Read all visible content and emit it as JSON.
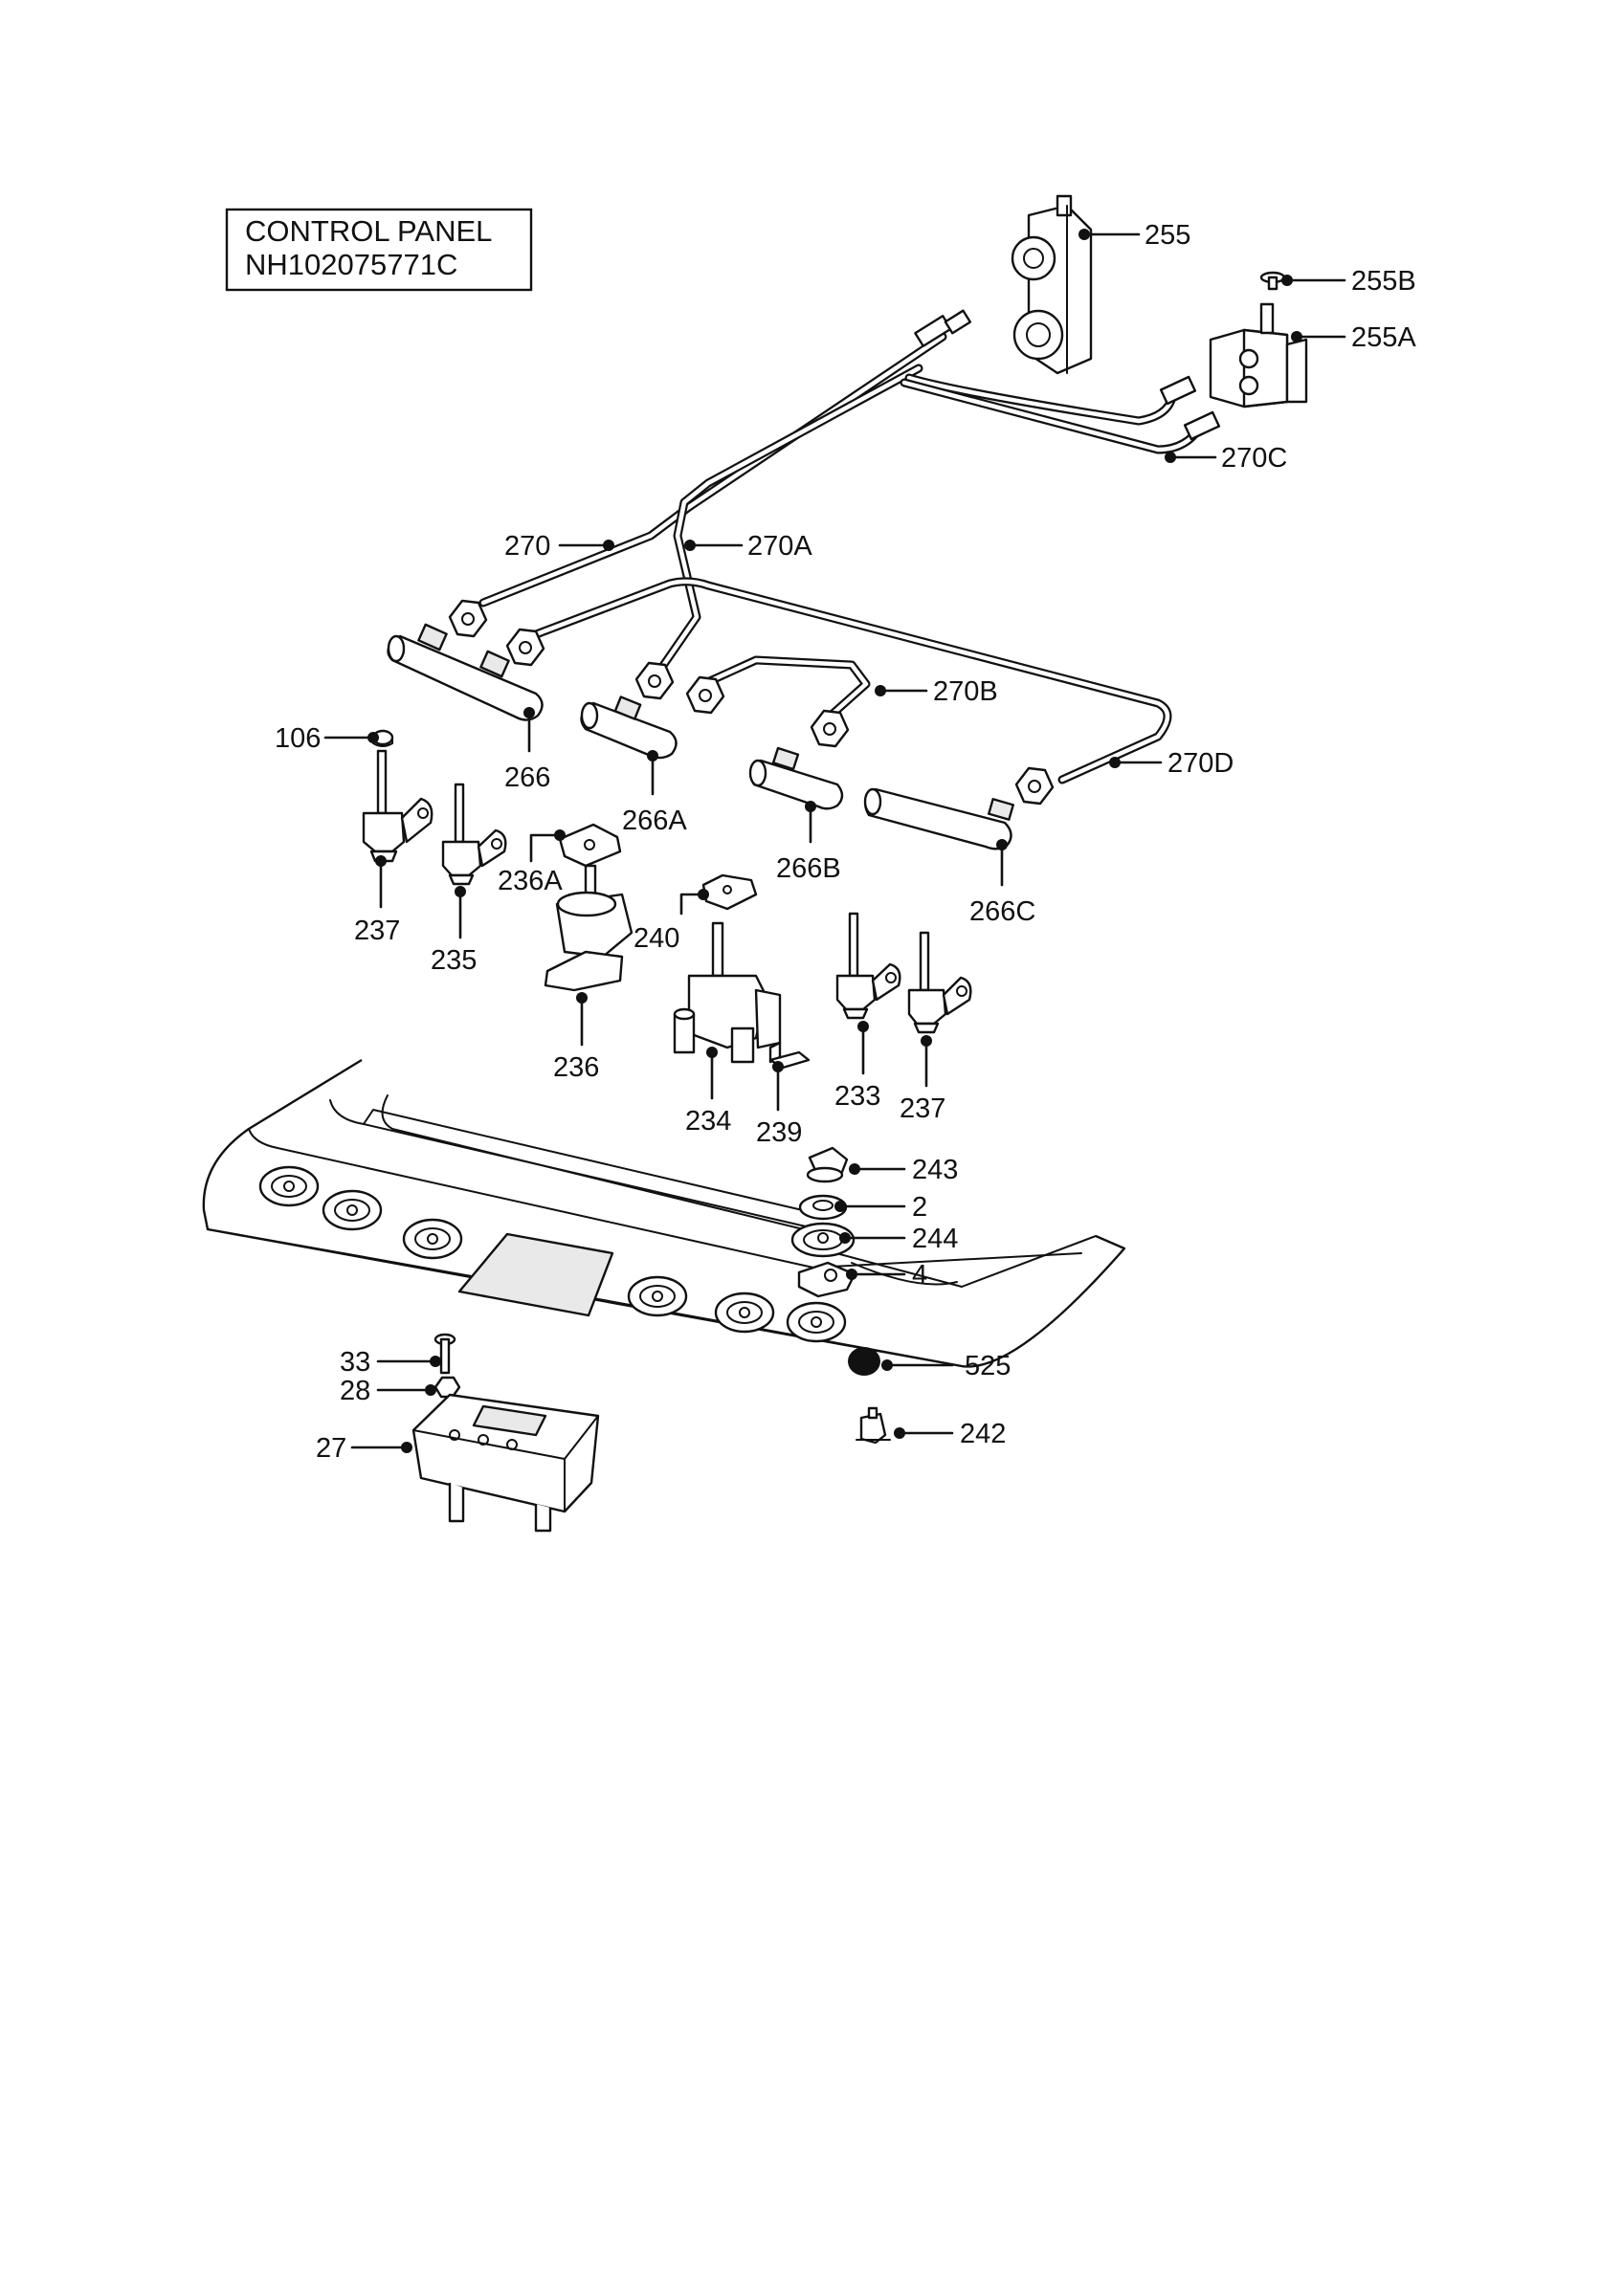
{
  "title_box": {
    "line1": "CONTROL PANEL",
    "line2": "NH102075771C"
  },
  "callouts": {
    "p255": "255",
    "p255B": "255B",
    "p255A": "255A",
    "p270C": "270C",
    "p270": "270",
    "p270A": "270A",
    "p270B": "270B",
    "p270D": "270D",
    "p106": "106",
    "p266": "266",
    "p266A": "266A",
    "p266B": "266B",
    "p266C": "266C",
    "p236A": "236A",
    "p237_left": "237",
    "p235": "235",
    "p240": "240",
    "p236": "236",
    "p233": "233",
    "p237_right": "237",
    "p234": "234",
    "p239": "239",
    "p243": "243",
    "p2": "2",
    "p244": "244",
    "p4": "4",
    "p525": "525",
    "p33": "33",
    "p28": "28",
    "p27": "27",
    "p242": "242"
  }
}
